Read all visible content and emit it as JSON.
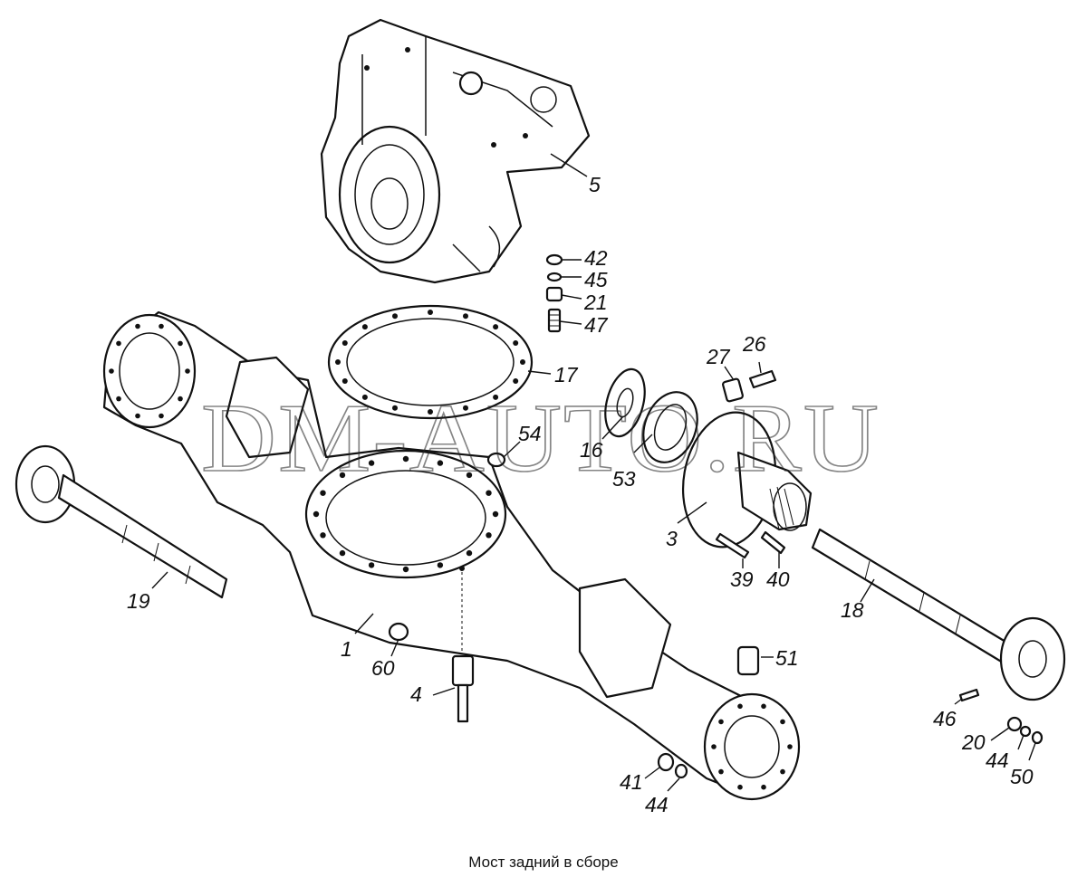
{
  "caption": "Мост задний в сборе",
  "watermark": "DM-AUTO.RU",
  "callouts": [
    "5",
    "42",
    "45",
    "21",
    "47",
    "17",
    "27",
    "26",
    "16",
    "54",
    "53",
    "3",
    "39",
    "40",
    "18",
    "19",
    "1",
    "60",
    "4",
    "51",
    "46",
    "20",
    "44",
    "50",
    "41",
    "44"
  ]
}
